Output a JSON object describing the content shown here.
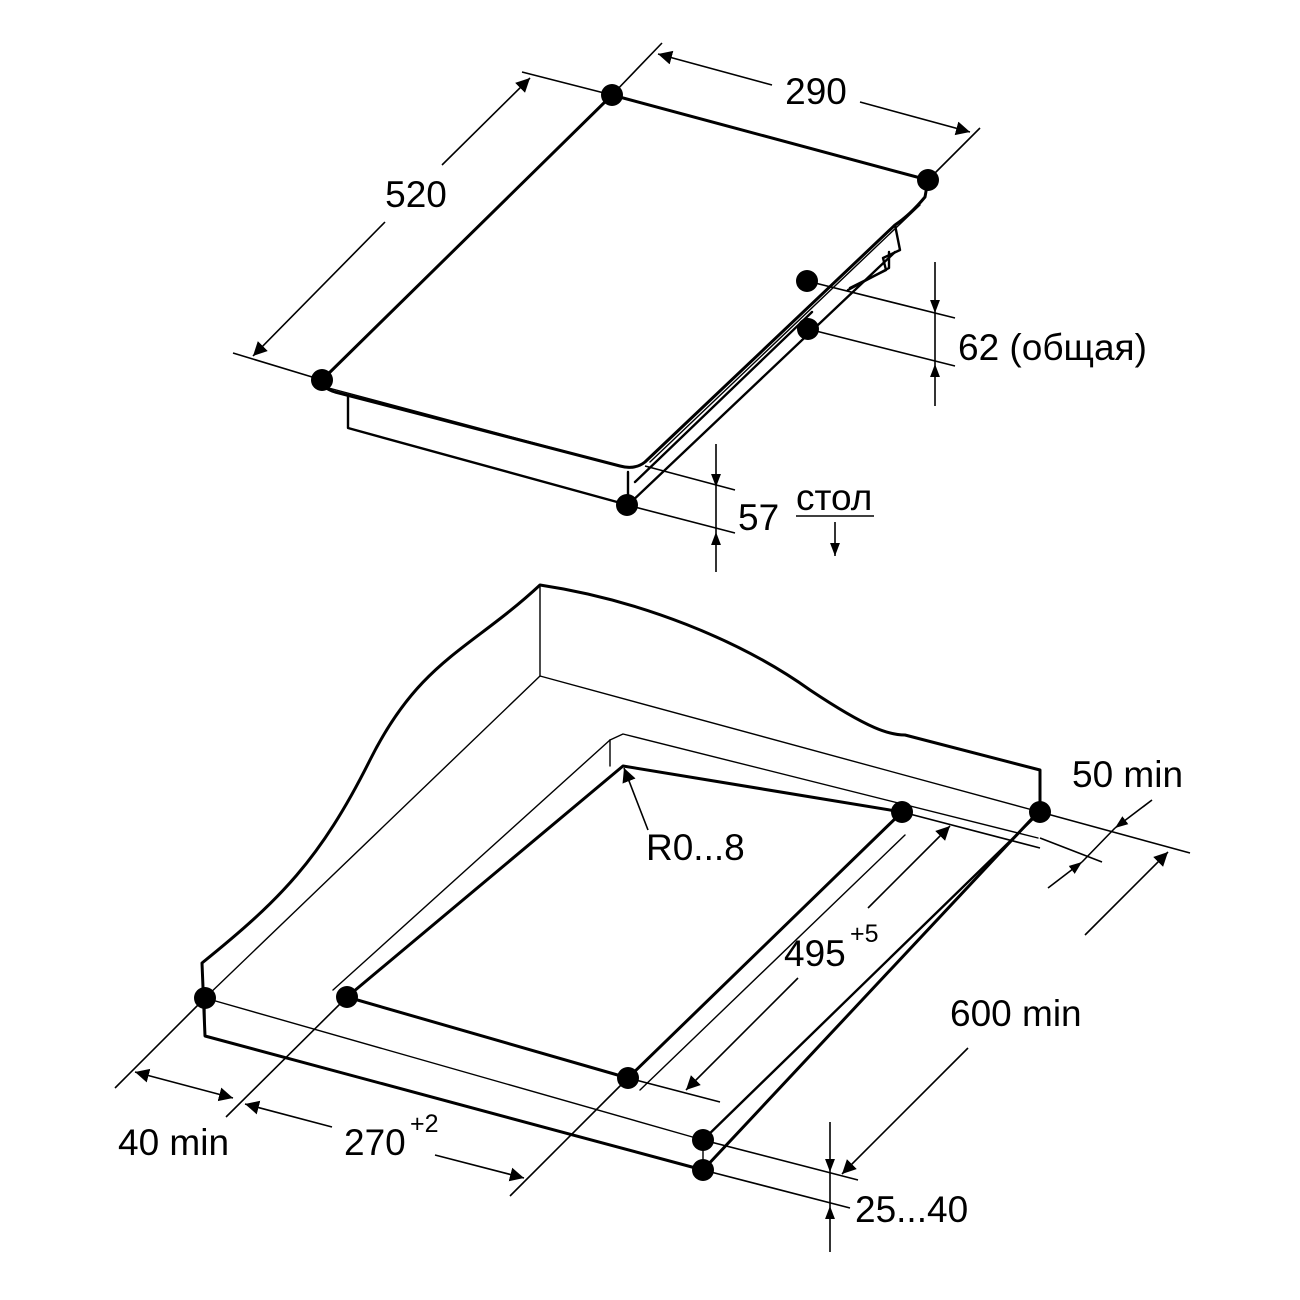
{
  "hob": {
    "length_label": "520",
    "width_label": "290",
    "total_height_label": "62 (общая)",
    "built_in_depth_label": "57",
    "worktop_label": "стол"
  },
  "cutout": {
    "corner_radius_label": "R0...8",
    "depth_value": "495",
    "depth_tolerance": "+5",
    "width_value": "270",
    "width_tolerance": "+2",
    "side_clearance_label": "40 min",
    "back_clearance_label": "50 min",
    "worktop_depth_label": "600 min",
    "worktop_thickness_label": "25...40"
  }
}
